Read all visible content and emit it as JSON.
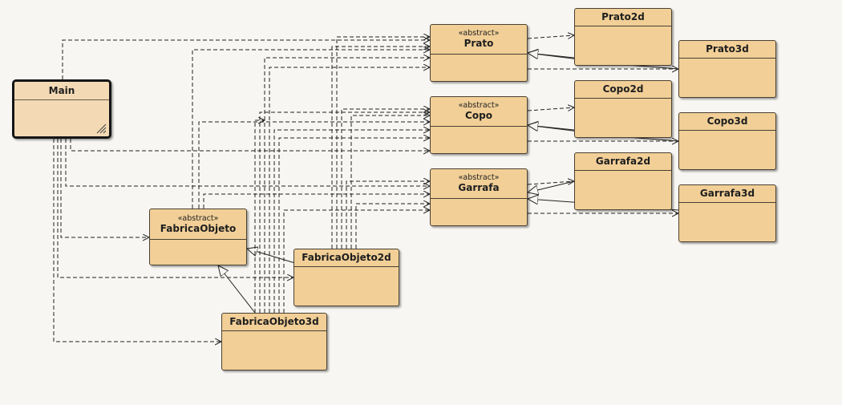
{
  "diagram": {
    "classes": [
      {
        "id": "main",
        "name": "Main",
        "stereotype": ""
      },
      {
        "id": "fabricaobjeto",
        "name": "FabricaObjeto",
        "stereotype": "«abstract»"
      },
      {
        "id": "fabricaobjeto2d",
        "name": "FabricaObjeto2d",
        "stereotype": ""
      },
      {
        "id": "fabricaobjeto3d",
        "name": "FabricaObjeto3d",
        "stereotype": ""
      },
      {
        "id": "prato",
        "name": "Prato",
        "stereotype": "«abstract»"
      },
      {
        "id": "prato2d",
        "name": "Prato2d",
        "stereotype": ""
      },
      {
        "id": "prato3d",
        "name": "Prato3d",
        "stereotype": ""
      },
      {
        "id": "copo",
        "name": "Copo",
        "stereotype": "«abstract»"
      },
      {
        "id": "copo2d",
        "name": "Copo2d",
        "stereotype": ""
      },
      {
        "id": "copo3d",
        "name": "Copo3d",
        "stereotype": ""
      },
      {
        "id": "garrafa",
        "name": "Garrafa",
        "stereotype": "«abstract»"
      },
      {
        "id": "garrafa2d",
        "name": "Garrafa2d",
        "stereotype": ""
      },
      {
        "id": "garrafa3d",
        "name": "Garrafa3d",
        "stereotype": ""
      }
    ],
    "relations": [
      {
        "from": "prato2d",
        "to": "prato",
        "kind": "inheritance"
      },
      {
        "from": "prato3d",
        "to": "prato",
        "kind": "inheritance"
      },
      {
        "from": "copo2d",
        "to": "copo",
        "kind": "inheritance"
      },
      {
        "from": "copo3d",
        "to": "copo",
        "kind": "inheritance"
      },
      {
        "from": "garrafa2d",
        "to": "garrafa",
        "kind": "inheritance"
      },
      {
        "from": "garrafa3d",
        "to": "garrafa",
        "kind": "inheritance"
      },
      {
        "from": "fabricaobjeto2d",
        "to": "fabricaobjeto",
        "kind": "inheritance"
      },
      {
        "from": "fabricaobjeto3d",
        "to": "fabricaobjeto",
        "kind": "inheritance"
      },
      {
        "from": "prato",
        "to": "prato2d",
        "kind": "dependency"
      },
      {
        "from": "prato",
        "to": "prato3d",
        "kind": "dependency"
      },
      {
        "from": "copo",
        "to": "copo2d",
        "kind": "dependency"
      },
      {
        "from": "copo",
        "to": "copo3d",
        "kind": "dependency"
      },
      {
        "from": "garrafa",
        "to": "garrafa2d",
        "kind": "dependency"
      },
      {
        "from": "garrafa",
        "to": "garrafa3d",
        "kind": "dependency"
      },
      {
        "from": "main",
        "to": "prato",
        "kind": "dependency"
      },
      {
        "from": "main",
        "to": "copo",
        "kind": "dependency"
      },
      {
        "from": "main",
        "to": "garrafa",
        "kind": "dependency"
      },
      {
        "from": "main",
        "to": "fabricaobjeto",
        "kind": "dependency"
      },
      {
        "from": "main",
        "to": "fabricaobjeto2d",
        "kind": "dependency"
      },
      {
        "from": "main",
        "to": "fabricaobjeto3d",
        "kind": "dependency"
      },
      {
        "from": "fabricaobjeto",
        "to": "prato",
        "kind": "dependency"
      },
      {
        "from": "fabricaobjeto",
        "to": "copo",
        "kind": "dependency"
      },
      {
        "from": "fabricaobjeto",
        "to": "garrafa",
        "kind": "dependency"
      },
      {
        "from": "fabricaobjeto2d",
        "to": "prato",
        "kind": "dependency"
      },
      {
        "from": "fabricaobjeto2d",
        "to": "copo",
        "kind": "dependency"
      },
      {
        "from": "fabricaobjeto2d",
        "to": "garrafa",
        "kind": "dependency"
      },
      {
        "from": "fabricaobjeto3d",
        "to": "prato",
        "kind": "dependency"
      },
      {
        "from": "fabricaobjeto3d",
        "to": "copo",
        "kind": "dependency"
      },
      {
        "from": "fabricaobjeto3d",
        "to": "garrafa",
        "kind": "dependency"
      }
    ]
  }
}
